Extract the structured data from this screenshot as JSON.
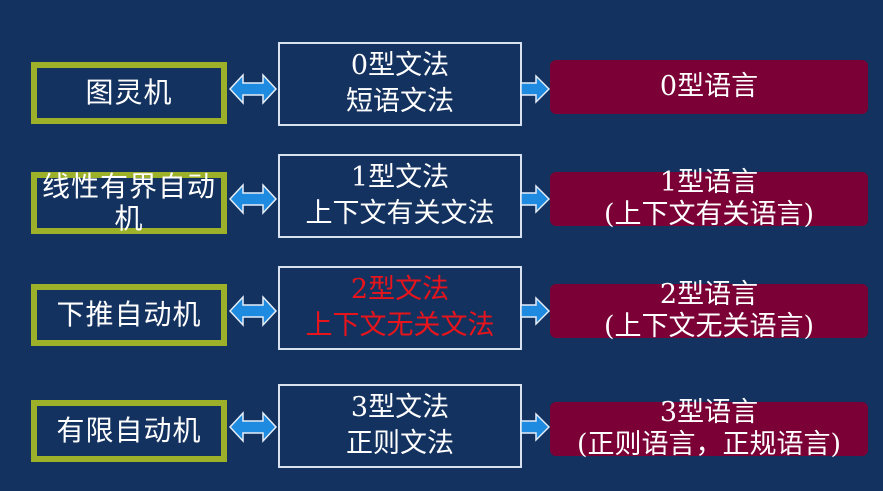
{
  "rows": [
    {
      "automaton": "图灵机",
      "grammar": [
        "0型文法",
        "短语文法"
      ],
      "language": [
        "0型语言"
      ]
    },
    {
      "automaton": "线性有界自动机",
      "grammar": [
        "1型文法",
        "上下文有关文法"
      ],
      "language": [
        "1型语言",
        "(上下文有关语言)"
      ]
    },
    {
      "automaton": "下推自动机",
      "grammar": [
        "2型文法",
        "上下文无关文法"
      ],
      "language": [
        "2型语言",
        "(上下文无关语言)"
      ]
    },
    {
      "automaton": "有限自动机",
      "grammar": [
        "3型文法",
        "正则文法"
      ],
      "language": [
        "3型语言",
        "(正则语言，正规语言)"
      ]
    }
  ],
  "colors": {
    "background": "#14325f",
    "automaton_border": "#9cb129",
    "grammar_border": "#d8e2ee",
    "language_fill": "#7a0036",
    "arrow": "#1f8be0",
    "highlight_text": "#e8141c"
  }
}
